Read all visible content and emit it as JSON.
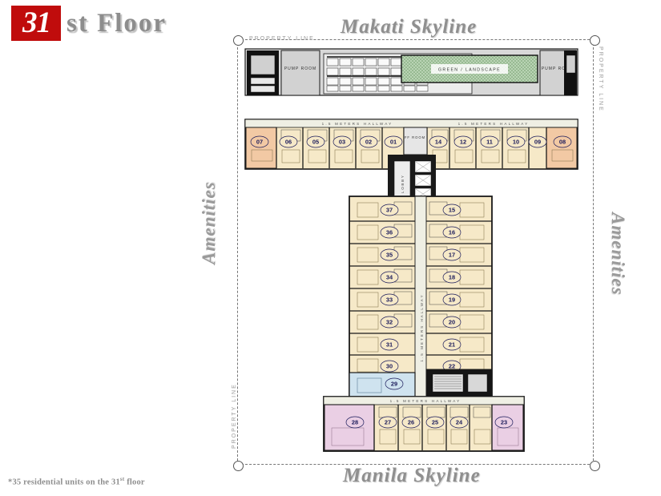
{
  "title": {
    "badge": "31",
    "rest": "st  Floor"
  },
  "footnote": {
    "prefix": "*35 residential units on the 31",
    "sup": "st",
    "suffix": " floor"
  },
  "captions": {
    "skyline_top": "Makati Skyline",
    "skyline_bottom": "Manila Skyline",
    "amenities_left": "Amenities",
    "amenities_right": "Amenities",
    "property_line_top": "PROPERTY LINE",
    "property_line_right": "PROPERTY LINE",
    "property_line_left": "PROPERTY LINE"
  },
  "plan": {
    "rooms": {
      "green_landscape": "GREEN / LANDSCAPE",
      "pump_room_left": "PUMP ROOM",
      "pump_room_right": "PUMP ROOM",
      "ff_room": "FF ROOM",
      "elevator_lobby": "ELEVATOR LOBBY",
      "hallway": "1.5 METERS HALLWAY"
    },
    "wings": {
      "upper_left": {
        "name": "upper-left-wing",
        "units": [
          "07",
          "06",
          "05",
          "03",
          "02",
          "01"
        ],
        "fill": "#f6e9c8",
        "end_fill": "#f2c9a4"
      },
      "upper_right": {
        "name": "upper-right-wing",
        "units": [
          "14",
          "12",
          "11",
          "10",
          "09",
          "08"
        ],
        "fill": "#f6e9c8",
        "end_fill": "#f2c9a4"
      },
      "center_left": {
        "name": "center-left-column",
        "units": [
          "37",
          "36",
          "35",
          "34",
          "33",
          "32",
          "31",
          "30"
        ],
        "fill": "#f6e9c8"
      },
      "center_right": {
        "name": "center-right-column",
        "units": [
          "15",
          "16",
          "17",
          "18",
          "19",
          "20",
          "21",
          "22"
        ],
        "fill": "#f6e9c8"
      },
      "center_blue": {
        "name": "center-blue-unit",
        "units": [
          "29"
        ],
        "fill": "#cfe3ef"
      },
      "lower": {
        "name": "lower-wing",
        "units": [
          "28",
          "27",
          "26",
          "25",
          "24",
          "23"
        ],
        "fill": "#f6e9c8",
        "end_fill": "#eacfe4"
      }
    },
    "colors": {
      "wall": "#1a1a1a",
      "unit_fill": "#f6e9c8",
      "corner_unit_fill": "#f2c9a4",
      "pink_unit_fill": "#eacfe4",
      "blue_unit_fill": "#cfe3ef",
      "green_landscape": "#9fc49a",
      "core_gray": "#d8d8d8",
      "label_blue": "#1a1a5a",
      "title_red": "#c00c0c",
      "caption_gray": "#8f8f8f"
    },
    "hallway_labels": [
      "1.5 METERS HALLWAY",
      "1.5 METERS HALLWAY",
      "1.5 METERS HALLWAY"
    ]
  }
}
